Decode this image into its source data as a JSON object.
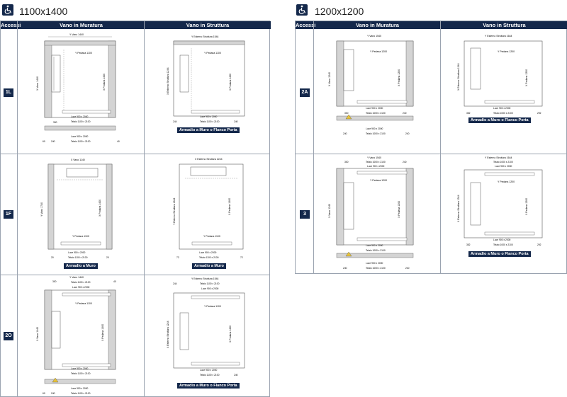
{
  "left": {
    "title": "1100x1400",
    "headers": {
      "accessi": "Accessi",
      "muratura": "Vano in Muratura",
      "struttura": "Vano in Struttura"
    },
    "rows": [
      {
        "id": "1L",
        "mur": {
          "top": "Y Vano 1440",
          "pedana": "Y Pedana 1100",
          "side": "X Vano 1440",
          "xped": "X Pedana 1400",
          "luce": "Luce 900 x 2000",
          "telaio": "Telaio 1100 x 2100",
          "luce2": "Luce 900 x 2000",
          "telaio2": "Telaio 1100 x 2100",
          "d1": "300",
          "d2": "240",
          "d3": "40",
          "d4": "60"
        },
        "str": {
          "top": "Y Esterno Struttura 1544",
          "pedana": "Y Pedana 1100",
          "side": "X Esterno Struttura 1244",
          "xped": "X Pedana 1400",
          "luce": "Luce 900 x 2000",
          "telaio": "Telaio 1100 x 2100",
          "d1": "244",
          "d2": "240",
          "caption": "Armadio a Muro o Flanco Porta"
        }
      },
      {
        "id": "1F",
        "mur": {
          "top": "X Vano 1140",
          "pedana": "Y Pedana 1100",
          "side": "Y Vano 1740",
          "xped": "X Pedana 1400",
          "luce": "Luce 900 x 2000",
          "telaio": "Telaio 1100 x 2100",
          "d1": "20",
          "d2": "20",
          "caption": "Armadio a Muro"
        },
        "str": {
          "top": "X Esterno Struttura 1244",
          "pedana": "Y Pedana 1100",
          "side": "Y Esterno Struttura 1844",
          "xped": "X Pedana 1400",
          "luce": "Luce 900 x 2000",
          "telaio": "Telaio 1100 x 2100",
          "d1": "72",
          "d2": "72",
          "caption": "Armadio a Muro"
        }
      },
      {
        "id": "2O",
        "mur": {
          "top": "Y Vano 1440",
          "top2": "Telaio 1100 x 2100",
          "top3": "Luce 900 x 2000",
          "pedana": "Y Pedana 1100",
          "side": "X Vano 1440",
          "xped": "X Pedana 1400",
          "luce": "Luce 900 x 2000",
          "telaio": "Telaio 1100 x 2100",
          "luce2": "Luce 900 x 2000",
          "telaio2": "Telaio 1100 x 2100",
          "d1": "300",
          "d2": "240",
          "d3": "40",
          "d4": "60"
        },
        "str": {
          "top": "Y Esterno Struttura 1544",
          "top2": "Telaio 1100 x 2100",
          "top3": "Luce 900 x 2000",
          "pedana": "Y Pedana 1100",
          "side": "X Esterno Struttura 1244",
          "xped": "X Pedana 1400",
          "luce": "Luce 900 x 2000",
          "telaio": "Telaio 1100 x 2100",
          "d1": "244",
          "d2": "240",
          "caption": "Armadio a Muro o Flanco Porta"
        }
      }
    ]
  },
  "right": {
    "title": "1200x1200",
    "headers": {
      "accessi": "Accessi",
      "muratura": "Vano in Muratura",
      "struttura": "Vano in Struttura"
    },
    "rows": [
      {
        "id": "2A",
        "mur": {
          "top": "Y Vano 1540",
          "pedana": "Y Pedana 1200",
          "side": "X Vano 1240",
          "xped": "X Pedana 1200",
          "luce": "Luce 900 x 2000",
          "telaio": "Telaio 1000 x 2100",
          "luce2": "Luce 900 x 2000",
          "telaio2": "Telaio 1000 x 2100",
          "d1": "300",
          "d2": "240",
          "d3": "240",
          "d4": "240"
        },
        "str": {
          "top": "Y Esterno Struttura 1644",
          "pedana": "Y Pedana 1200",
          "side": "X Esterno Struttura 1344",
          "xped": "X Pedana 1200",
          "luce": "Luce 900 x 2000",
          "telaio": "Telaio 1000 x 2100",
          "d1": "352",
          "d2": "292",
          "caption": "Armadio a Muro o Flanco Porta"
        }
      },
      {
        "id": "3",
        "mur": {
          "top": "Y Vano 1540",
          "top2": "Telaio 1000 x 2100",
          "top3": "Luce 900 x 2000",
          "pedana": "Y Pedana 1200",
          "side": "X Vano 1240",
          "xped": "X Pedana 1200",
          "luce": "Luce 900 x 2000",
          "telaio": "Telaio 1000 x 2100",
          "luce2": "Luce 900 x 2000",
          "telaio2": "Telaio 1000 x 2100",
          "d1": "300",
          "d2": "240",
          "d3": "240",
          "d4": "240"
        },
        "str": {
          "top": "Y Esterno Struttura 1644",
          "top2": "Telaio 1000 x 2100",
          "top3": "Luce 900 x 2000",
          "pedana": "Y Pedana 1200",
          "side": "X Esterno Struttura 1344",
          "xped": "X Pedana 1200",
          "luce": "Luce 900 x 2000",
          "telaio": "Telaio 1000 x 2100",
          "d1": "352",
          "d2": "292",
          "caption": "Armadio a Muro o Flanco Porta"
        }
      }
    ]
  },
  "colors": {
    "navy": "#14284b",
    "wall": "#d4d4d4",
    "line": "#555555"
  },
  "icons": {
    "header": "wheelchair-icon",
    "warning": "warning-icon"
  }
}
